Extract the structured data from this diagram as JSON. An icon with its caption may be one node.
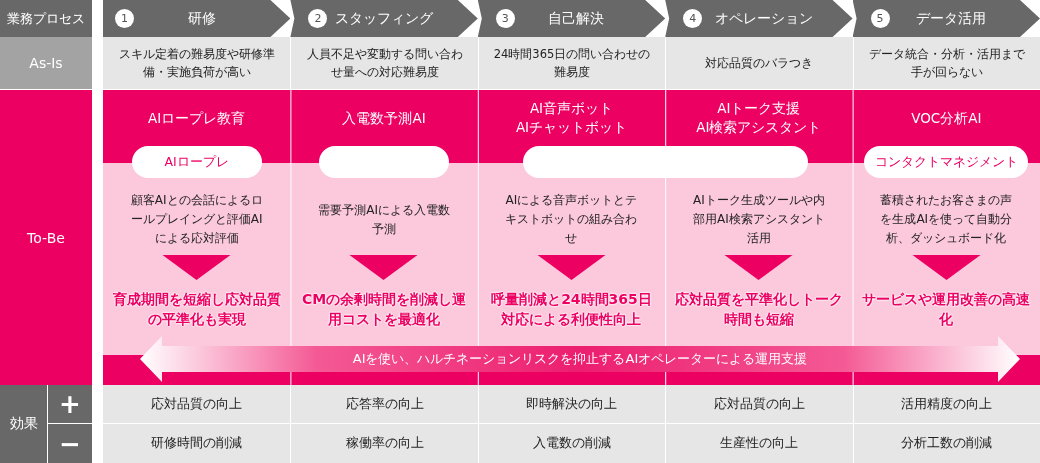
{
  "diagram": {
    "nodes": [
      {
        "text": [
          "業務プロセス"
        ]
      },
      {
        "text": [
          "As-Is"
        ]
      },
      {
        "text": [
          "To-Be"
        ]
      },
      {
        "text": [
          "効果"
        ]
      },
      {
        "text": [
          "1",
          "研修"
        ]
      },
      {
        "text": [
          "2",
          "スタッフィング"
        ]
      },
      {
        "text": [
          "3",
          "自己解決"
        ]
      },
      {
        "text": [
          "4",
          "オペレーション"
        ]
      },
      {
        "text": [
          "5",
          "データ活用"
        ]
      },
      {
        "text": [
          "AIロープレ"
        ]
      },
      {
        "text": [],
        "shape": "box"
      },
      {
        "text": [],
        "shape": "box"
      },
      {
        "text": [
          "コンタクトマネジメント"
        ]
      },
      {
        "text": [
          "顧客AIとの会話によるロールプレイングと評価AIによる応対評価"
        ]
      },
      {
        "text": [
          "需要予測AIによる入電数予測"
        ]
      },
      {
        "text": [
          "AIによる音声ボットとテキストボットの組み合わせ"
        ]
      },
      {
        "text": [
          "AIトーク生成ツールや内部用AI検索アシスタント活用"
        ]
      },
      {
        "text": [
          "蓄積されたお客さまの声を生成AIを使って自動分析、ダッシュボード化"
        ]
      },
      {
        "text": [
          "育成期間を短縮し応対品質の平準化も実現"
        ]
      },
      {
        "text": [
          "CMの余剰時間を削減し運用コストを最適化"
        ]
      },
      {
        "text": [
          "呼量削減と24時間365日対応による利便性向上"
        ]
      },
      {
        "text": [
          "応対品質を平準化しトーク時間も短縮"
        ]
      },
      {
        "text": [
          "サービスや運用改善の高速化"
        ]
      },
      {
        "text": [
          "AIを使い、ハルチネーションリスクを抑止するAIオペレーターによる運用支援"
        ]
      }
    ],
    "edges": [
      {
        "from": 13,
        "to": 18,
        "arrow": "to"
      },
      {
        "from": 14,
        "to": 19,
        "arrow": "to"
      },
      {
        "from": 15,
        "to": 20,
        "arrow": "to"
      },
      {
        "from": 16,
        "to": 21,
        "arrow": "to"
      },
      {
        "from": 17,
        "to": 22,
        "arrow": "to"
      }
    ],
    "labels": [
      "スキル定着の難易度や研修準備・実施負荷が高い",
      "人員不足や変動する問い合わせ量への対応難易度",
      "24時間365日の問い合わせの難易度",
      "対応品質のバラつき",
      "データ統合・分析・活用まで手が回らない",
      "AIロープレ教育",
      "入電数予測AI",
      "AI音声ボット AIチャットボット",
      "AIトーク支援 AI検索アシスタント",
      "VOC分析AI",
      "+",
      "応対品質の向上",
      "応答率の向上",
      "即時解決の向上",
      "応対品質の向上",
      "活用精度の向上",
      "−",
      "研修時間の削減",
      "稼働率の向上",
      "入電数の削減",
      "生産性の向上",
      "分析工数の削減"
    ]
  }
}
